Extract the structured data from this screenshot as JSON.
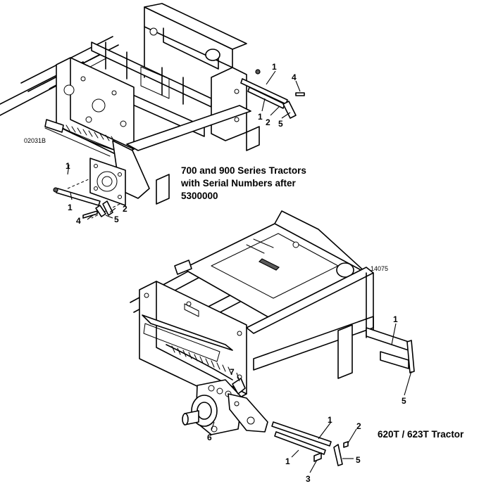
{
  "upper_figure": {
    "caption_lines": [
      "700 and 900 Series Tractors",
      "with Serial Numbers  after",
      "5300000"
    ],
    "figure_code": "02031B",
    "callouts": [
      {
        "id": "u-1a",
        "label": "1"
      },
      {
        "id": "u-4a",
        "label": "4"
      },
      {
        "id": "u-1b",
        "label": "1"
      },
      {
        "id": "u-2a",
        "label": "2"
      },
      {
        "id": "u-5a",
        "label": "5"
      },
      {
        "id": "u-1c",
        "label": "1"
      },
      {
        "id": "u-1d",
        "label": "1"
      },
      {
        "id": "u-2b",
        "label": "2"
      },
      {
        "id": "u-4b",
        "label": "4"
      },
      {
        "id": "u-5b",
        "label": "5"
      }
    ]
  },
  "lower_figure": {
    "caption": "620T / 623T Tractor",
    "figure_code": "14075",
    "callouts": [
      {
        "id": "l-1a",
        "label": "1"
      },
      {
        "id": "l-5a",
        "label": "5"
      },
      {
        "id": "l-7",
        "label": "7"
      },
      {
        "id": "l-6",
        "label": "6"
      },
      {
        "id": "l-1b",
        "label": "1"
      },
      {
        "id": "l-2",
        "label": "2"
      },
      {
        "id": "l-1c",
        "label": "1"
      },
      {
        "id": "l-5b",
        "label": "5"
      },
      {
        "id": "l-3",
        "label": "3"
      }
    ]
  }
}
